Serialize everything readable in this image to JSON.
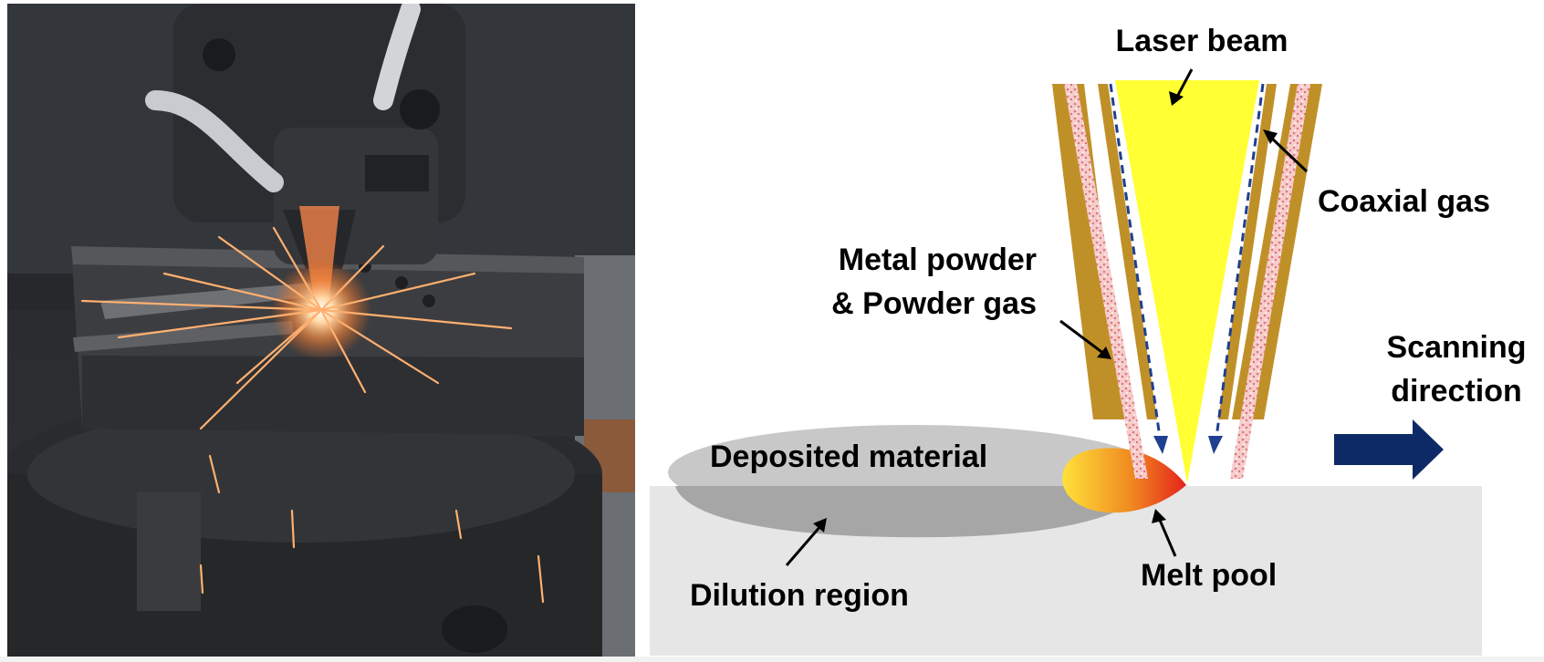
{
  "labels": {
    "laser_beam": "Laser beam",
    "coaxial_gas": "Coaxial gas",
    "metal_powder_line1": "Metal powder",
    "metal_powder_line2": "& Powder gas",
    "scanning_line1": "Scanning",
    "scanning_line2": "direction",
    "deposited_material": "Deposited material",
    "dilution_region": "Dilution region",
    "melt_pool": "Melt pool"
  },
  "colors": {
    "laser": "#ffff33",
    "nozzle_wall": "#c09028",
    "powder": "#f0b6b6",
    "gas_dash": "#1f3f8f",
    "scan_arrow": "#0d2a66",
    "substrate": "#e6e6e6",
    "deposit": "#c8c8c8",
    "dilution": "#a6a6a6",
    "melt_hot": "#e4231c",
    "melt_cool": "#ffe13a"
  },
  "photo": {
    "alt": "Photograph of laser directed energy deposition head spraying sparks onto a metal plate on a rotary table"
  }
}
